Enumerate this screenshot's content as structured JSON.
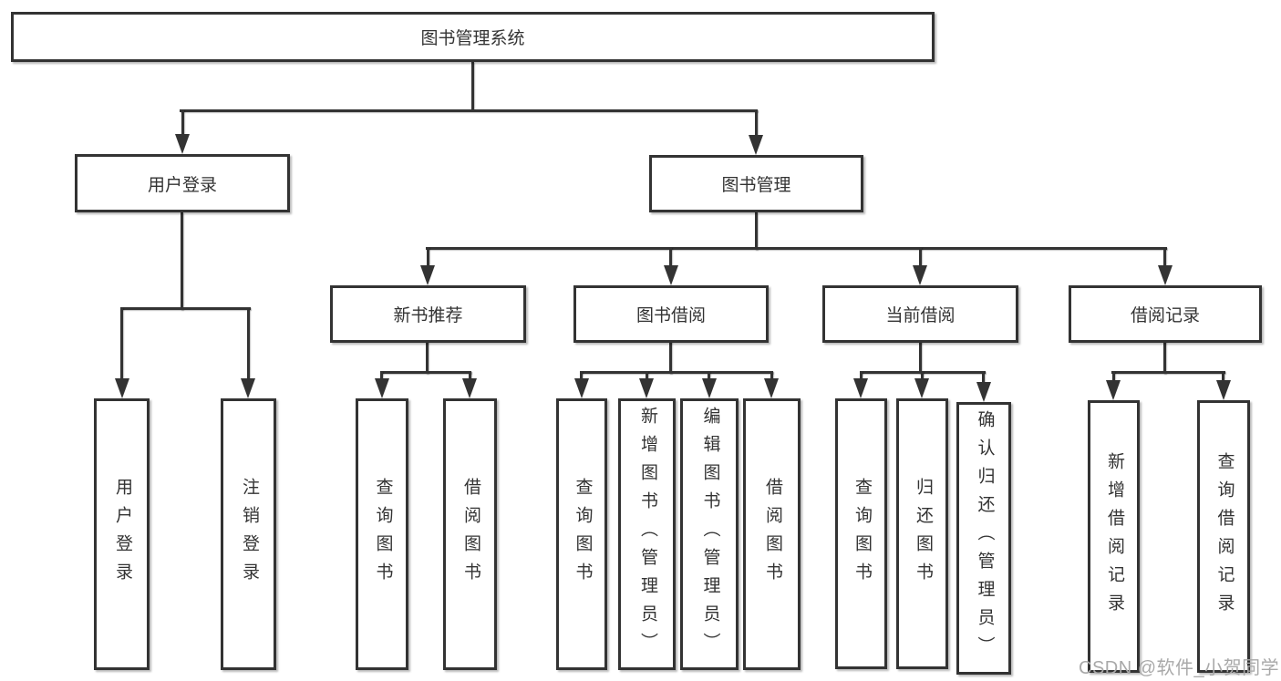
{
  "diagram": {
    "title": "图书管理系统",
    "type": "hierarchy-tree",
    "colors": {
      "line": "#333333",
      "text": "#333333",
      "box_background": "#ffffff",
      "page_background": "#ffffff",
      "watermark": "#a9a9a9"
    },
    "tree": {
      "label": "图书管理系统",
      "children": [
        {
          "label": "用户登录",
          "children": [
            {
              "label": "用户登录"
            },
            {
              "label": "注销登录"
            }
          ]
        },
        {
          "label": "图书管理",
          "children": [
            {
              "label": "新书推荐",
              "children": [
                {
                  "label": "查询图书"
                },
                {
                  "label": "借阅图书"
                }
              ]
            },
            {
              "label": "图书借阅",
              "children": [
                {
                  "label": "查询图书"
                },
                {
                  "label": "新增图书（管理员）"
                },
                {
                  "label": "编辑图书（管理员）"
                },
                {
                  "label": "借阅图书"
                }
              ]
            },
            {
              "label": "当前借阅",
              "children": [
                {
                  "label": "查询图书"
                },
                {
                  "label": "归还图书"
                },
                {
                  "label": "确认归还（管理员）"
                }
              ]
            },
            {
              "label": "借阅记录",
              "children": [
                {
                  "label": "新增借阅记录"
                },
                {
                  "label": "查询借阅记录"
                }
              ]
            }
          ]
        }
      ]
    }
  },
  "watermark": {
    "text": "CSDN @软件_小贺同学"
  }
}
